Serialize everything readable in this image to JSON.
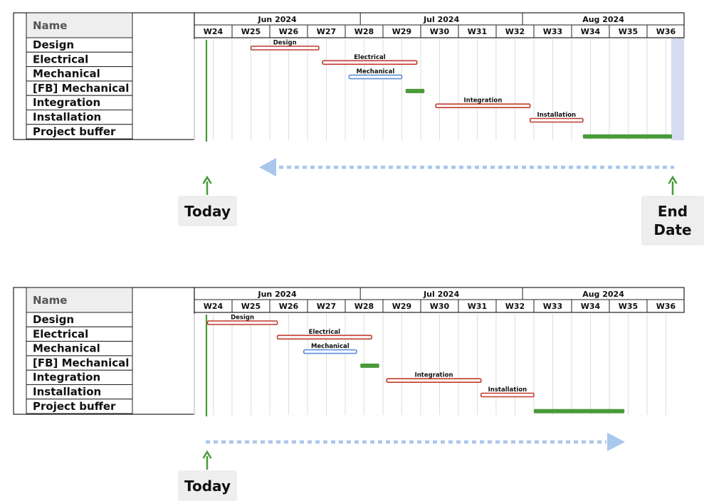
{
  "table": {
    "name_header": "Name",
    "rows": [
      "Design",
      "Electrical",
      "Mechanical",
      "[FB] Mechanical",
      "Integration",
      "Installation",
      "Project buffer"
    ]
  },
  "timeline": {
    "months": [
      "Jun 2024",
      "Jul 2024",
      "Aug 2024"
    ],
    "weeks": [
      "W24",
      "W25",
      "W26",
      "W27",
      "W28",
      "W29",
      "W30",
      "W31",
      "W32",
      "W33",
      "W34",
      "W35",
      "W36"
    ]
  },
  "colors": {
    "task_red": "#c0392b",
    "task_blue": "#5b8fd6",
    "green": "#4a9a3a",
    "grid": "#dddddd",
    "arrow_blue": "#a9c6ec",
    "shade": "#d6dbf0",
    "label_bg": "#eeeeee"
  },
  "charts": [
    {
      "callouts": [
        {
          "lines": [
            "Today"
          ],
          "icon": "arrow-up-icon"
        },
        {
          "lines": [
            "End",
            "Date"
          ],
          "icon": "arrow-up-icon"
        }
      ],
      "shift_arrow": "left",
      "bars": [
        {
          "label": "Design",
          "start": 25.5,
          "end": 27.3,
          "style": "red"
        },
        {
          "label": "Electrical",
          "start": 27.4,
          "end": 29.9,
          "style": "red"
        },
        {
          "label": "Mechanical",
          "start": 28.1,
          "end": 29.5,
          "style": "blue"
        },
        {
          "label": "",
          "start": 29.6,
          "end": 30.1,
          "style": "green"
        },
        {
          "label": "Integration",
          "start": 30.4,
          "end": 32.9,
          "style": "red"
        },
        {
          "label": "Installation",
          "start": 32.9,
          "end": 34.3,
          "style": "red"
        },
        {
          "label": "",
          "start": 34.3,
          "end": 36.7,
          "style": "greenwide"
        }
      ]
    },
    {
      "callouts": [
        {
          "lines": [
            "Today"
          ],
          "icon": "arrow-up-icon"
        }
      ],
      "shift_arrow": "right",
      "bars": [
        {
          "label": "Design",
          "start": 24.35,
          "end": 26.2,
          "style": "red"
        },
        {
          "label": "Electrical",
          "start": 26.2,
          "end": 28.7,
          "style": "red"
        },
        {
          "label": "Mechanical",
          "start": 26.9,
          "end": 28.3,
          "style": "blue"
        },
        {
          "label": "",
          "start": 28.4,
          "end": 28.9,
          "style": "green"
        },
        {
          "label": "Integration",
          "start": 29.1,
          "end": 31.6,
          "style": "red"
        },
        {
          "label": "Installation",
          "start": 31.6,
          "end": 33.0,
          "style": "red"
        },
        {
          "label": "",
          "start": 33.0,
          "end": 35.4,
          "style": "greenwide"
        }
      ]
    }
  ]
}
